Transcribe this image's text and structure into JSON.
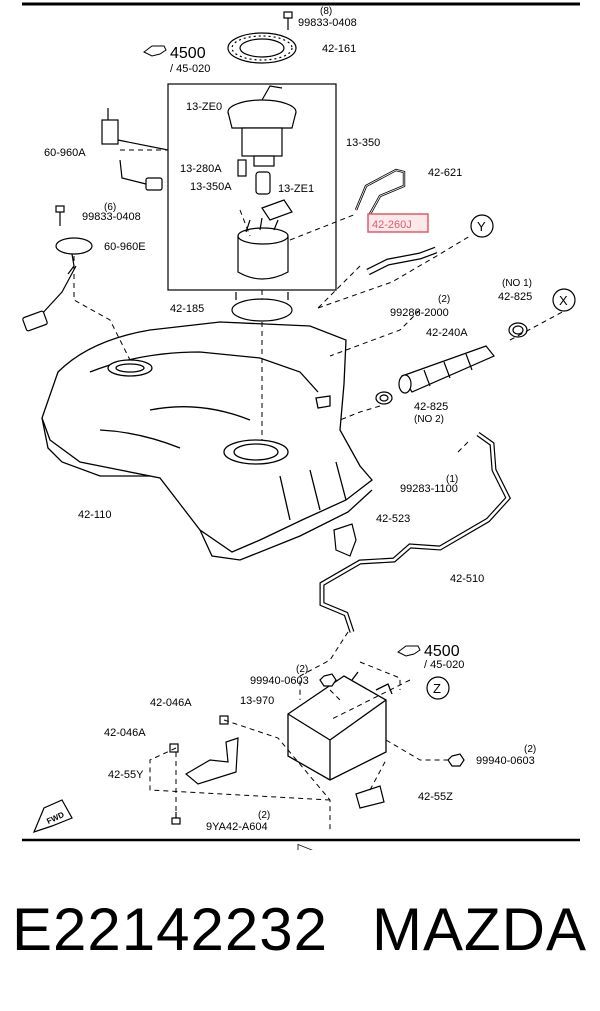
{
  "diagram": {
    "top_qty": "(8)",
    "bolts": {
      "top_bolt": "99833-0408",
      "left_bolt": "99833-0408",
      "left_bolt_qty": "(6)"
    },
    "parts": {
      "ring": "42-161",
      "fuel_pump": "13-ZE0",
      "assembly": "13-350",
      "sender": "60-960A",
      "valve": "13-280A",
      "bracket": "13-350A",
      "filter": "13-ZE1",
      "vent_tube": "42-621",
      "highlighted": "42-260J",
      "sender_unit": "60-960E",
      "lock_ring": "42-185",
      "tank": "42-110",
      "filler_hose": "42-240A",
      "clamp_no1": "42-825",
      "clamp_no2": "42-825",
      "clamp_no1_note": "(NO 1)",
      "clamp_no2_note": "(NO 2)",
      "clip_a": "99286-2000",
      "clip_a_qty": "(2)",
      "clip_b": "99283-1100",
      "clip_b_qty": "(1)",
      "holder": "42-523",
      "vapor_pipe": "42-510",
      "canister": "13-970",
      "nut_a": "99940-0603",
      "nut_a_qty": "(2)",
      "nut_b": "99940-0603",
      "nut_b_qty": "(2)",
      "bracket_a1": "42-046A",
      "bracket_a2": "42-046A",
      "bracket_y": "42-55Y",
      "bracket_z": "42-55Z",
      "bolt_bottom": "9YA42-A604",
      "bolt_bottom_qty": "(2)"
    },
    "refs": {
      "upper_num": "4500",
      "upper_sub": "/ 45-020",
      "lower_num": "4500",
      "lower_sub": "/ 45-020"
    },
    "markers": {
      "x": "X",
      "y": "Y",
      "z": "Z"
    },
    "fwd": "FWD",
    "highlight_color": "#e05a6a"
  },
  "caption": {
    "part_number": "E22142232",
    "brand": "MAZDA"
  }
}
